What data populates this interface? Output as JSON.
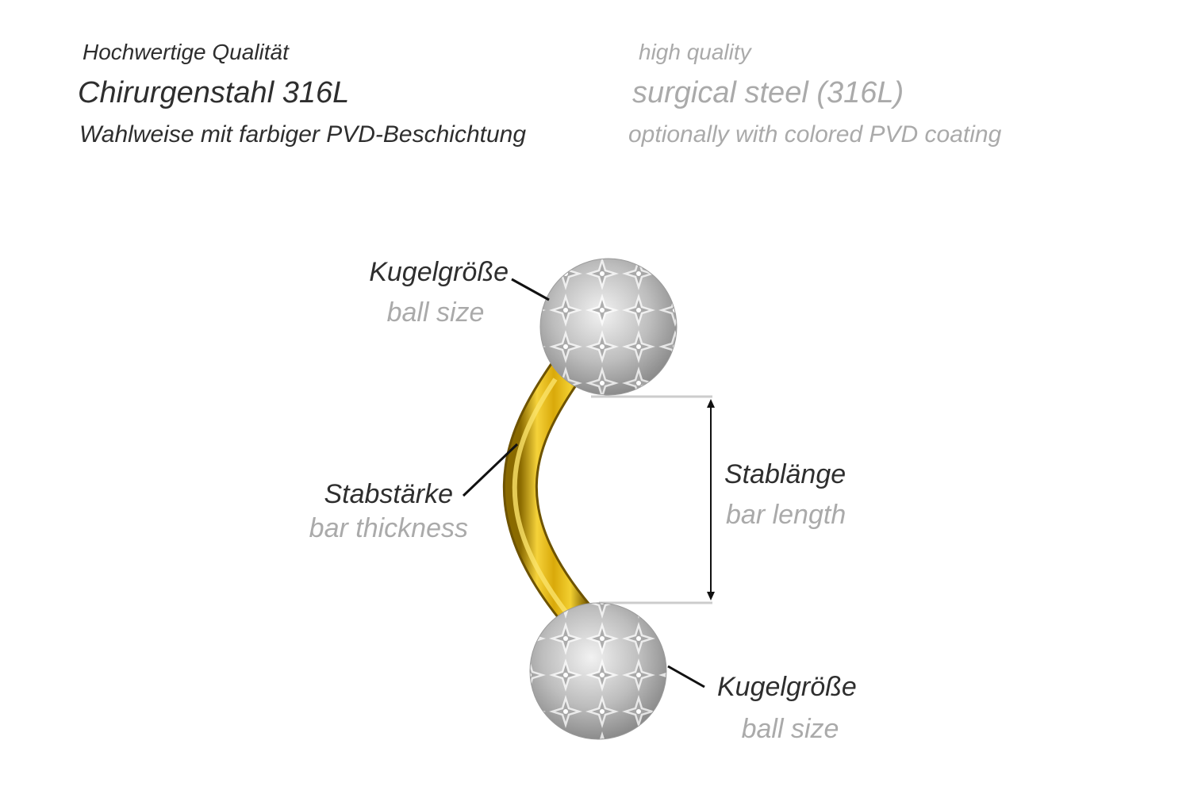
{
  "header": {
    "de": {
      "quality": "Hochwertige Qualität",
      "material": "Chirurgenstahl 316L",
      "coating": "Wahlweise mit farbiger PVD-Beschichtung"
    },
    "en": {
      "quality": "high quality",
      "material": "surgical steel (316L)",
      "coating": "optionally with colored PVD coating"
    }
  },
  "labels": {
    "ball_top": {
      "de": "Kugelgröße",
      "en": "ball size"
    },
    "bar_thickness": {
      "de": "Stabstärke",
      "en": "bar thickness"
    },
    "bar_length": {
      "de": "Stablänge",
      "en": "bar length"
    },
    "ball_bottom": {
      "de": "Kugelgröße",
      "en": "ball size"
    }
  },
  "colors": {
    "gold": "#e2b714",
    "german_text": "#2e2e2e",
    "english_text": "#aaaaaa"
  }
}
